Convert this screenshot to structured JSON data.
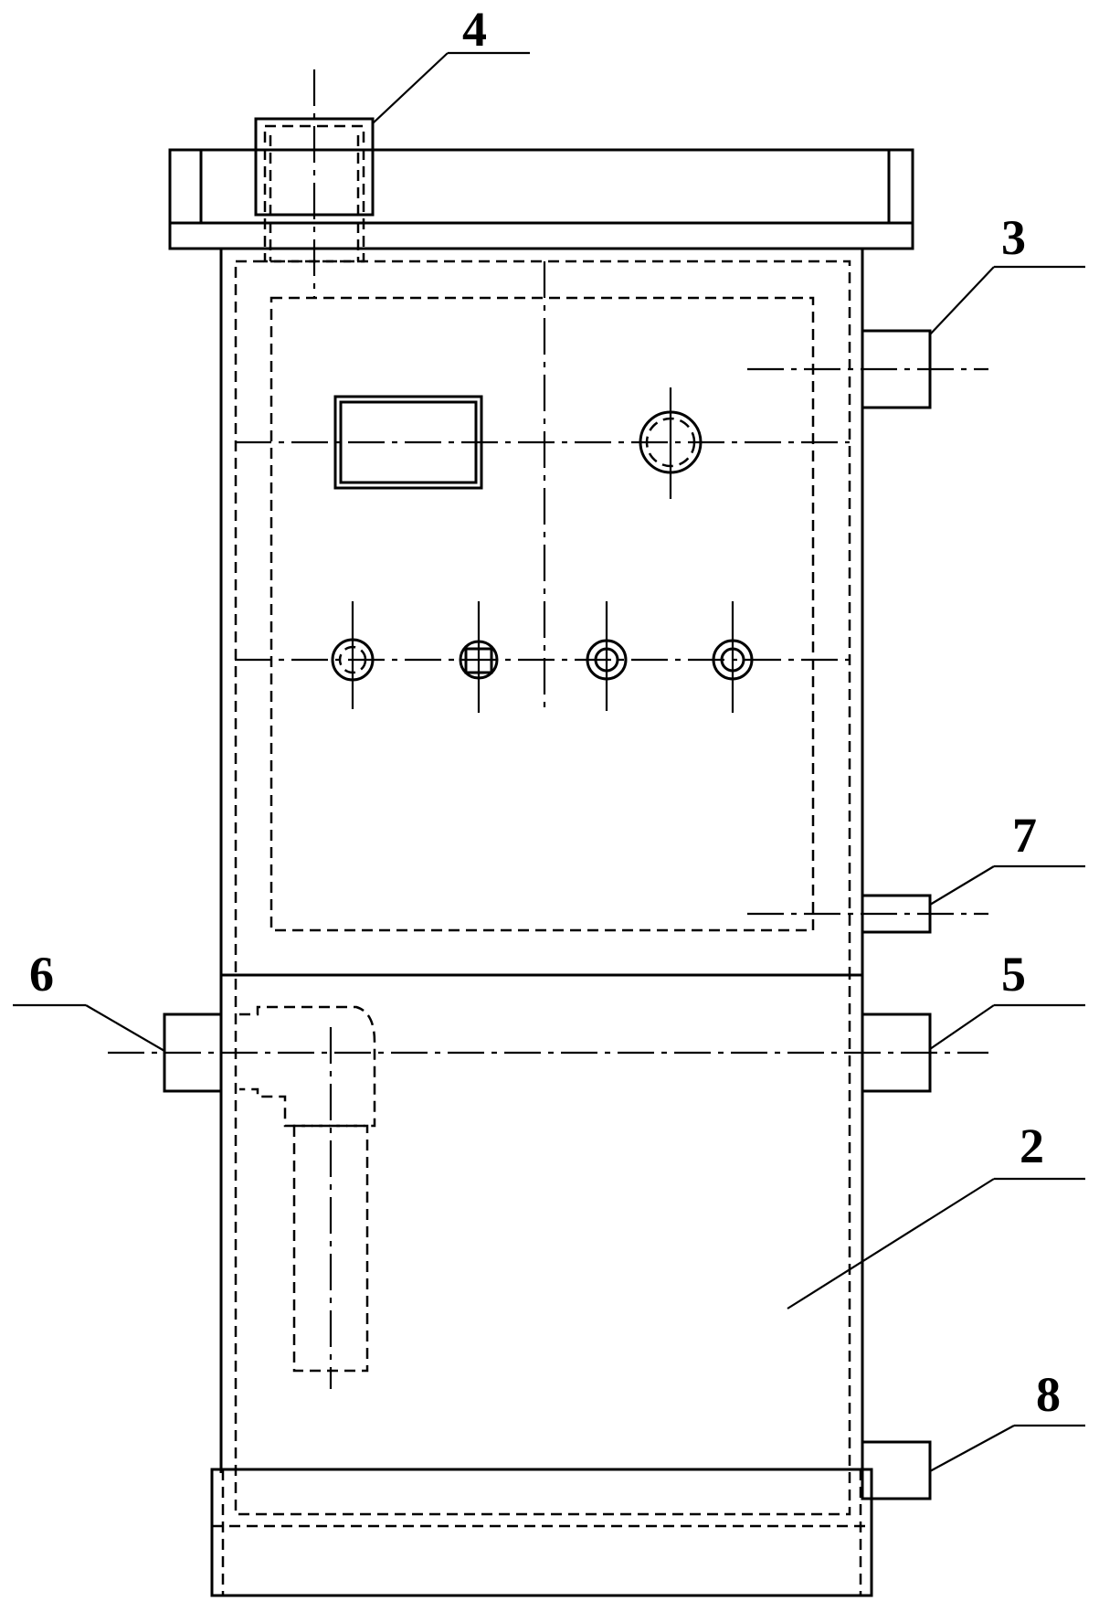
{
  "drawing": {
    "stroke_color": "#000000",
    "background": "#ffffff",
    "labels": {
      "part_2": "2",
      "part_3": "3",
      "part_4": "4",
      "part_5": "5",
      "part_6": "6",
      "part_7": "7",
      "part_8": "8"
    }
  }
}
